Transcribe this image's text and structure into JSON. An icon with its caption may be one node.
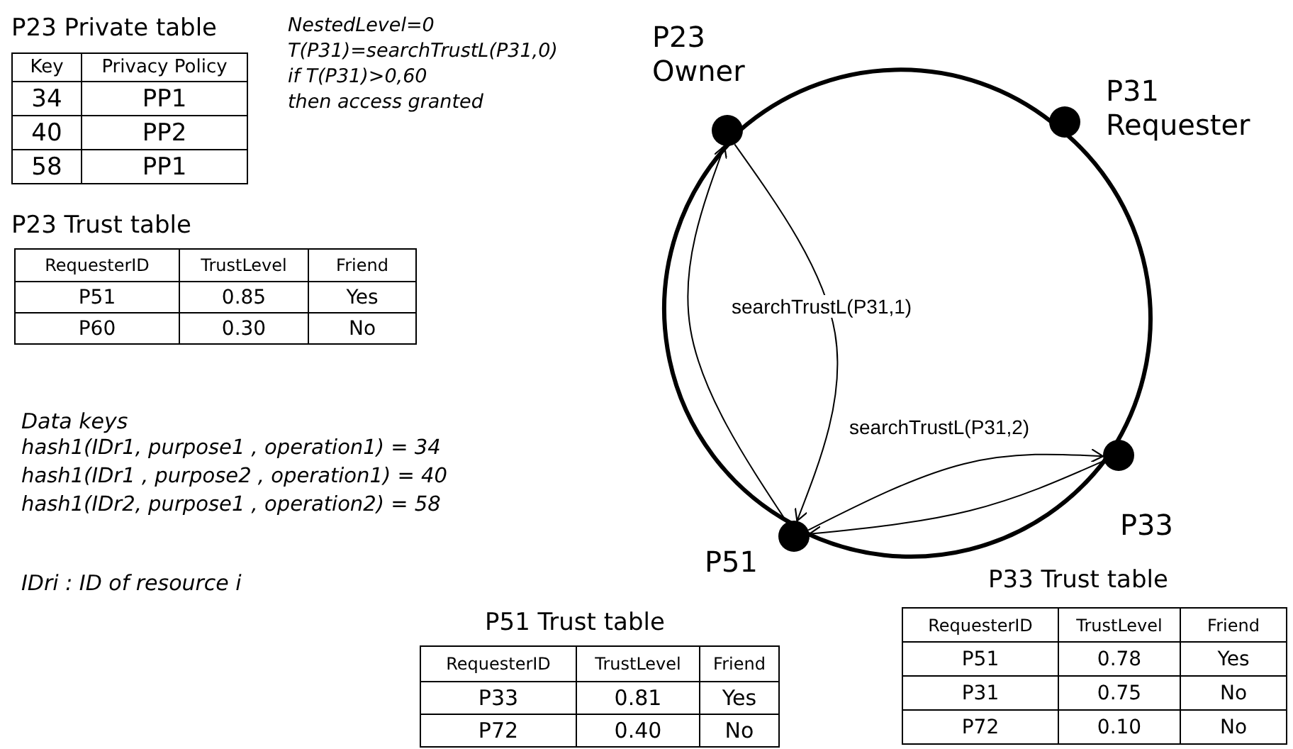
{
  "diagram": {
    "nodes": [
      {
        "text": [],
        "shape": "circle",
        "beside": [
          "P23 Owner"
        ]
      },
      {
        "text": [],
        "shape": "circle",
        "beside": [
          "P31 Requester"
        ]
      },
      {
        "text": [],
        "shape": "circle",
        "beside": [
          "P33"
        ]
      },
      {
        "text": [],
        "shape": "circle",
        "beside": [
          "P51"
        ]
      }
    ],
    "edges": [
      {
        "from": 0,
        "to": 1,
        "arrow": "none",
        "style": "thick"
      },
      {
        "from": 1,
        "to": 2,
        "arrow": "none",
        "style": "thick"
      },
      {
        "from": 2,
        "to": 3,
        "arrow": "none",
        "style": "thick"
      },
      {
        "from": 3,
        "to": 0,
        "arrow": "none",
        "style": "thick"
      },
      {
        "from": 0,
        "to": 3,
        "arrow": "to",
        "label": "searchTrustL(P31,1)"
      },
      {
        "from": 3,
        "to": 0,
        "arrow": "to"
      },
      {
        "from": 3,
        "to": 2,
        "arrow": "to",
        "label": "searchTrustL(P31,2)"
      },
      {
        "from": 2,
        "to": 3,
        "arrow": "to"
      }
    ],
    "labels": [
      "P23 Private table",
      "Key",
      "Privacy Policy",
      "34",
      "PP1",
      "40",
      "PP2",
      "58",
      "PP1",
      "NestedLevel=0",
      "T(P31)=searchTrustL(P31,0)",
      "if T(P31)>0,60",
      "then access granted",
      "P23 Trust table",
      "RequesterID",
      "TrustLevel",
      "Friend",
      "P51",
      "0.85",
      "Yes",
      "P60",
      "0.30",
      "No",
      "Data keys",
      "hash1(IDr1, purpose1 , operation1) = 34",
      "hash1(IDr1 , purpose2 , operation1) = 40",
      "hash1(IDr2, purpose1 , operation2) = 58",
      "IDri : ID of resource i",
      "P51 Trust table",
      "RequesterID",
      "TrustLevel",
      "Friend",
      "P33",
      "0.81",
      "Yes",
      "P72",
      "0.40",
      "No",
      "P33 Trust table",
      "RequesterID",
      "TrustLevel",
      "Friend",
      "P51",
      "0.78",
      "Yes",
      "P31",
      "0.75",
      "No",
      "P72",
      "0.10",
      "No"
    ]
  }
}
